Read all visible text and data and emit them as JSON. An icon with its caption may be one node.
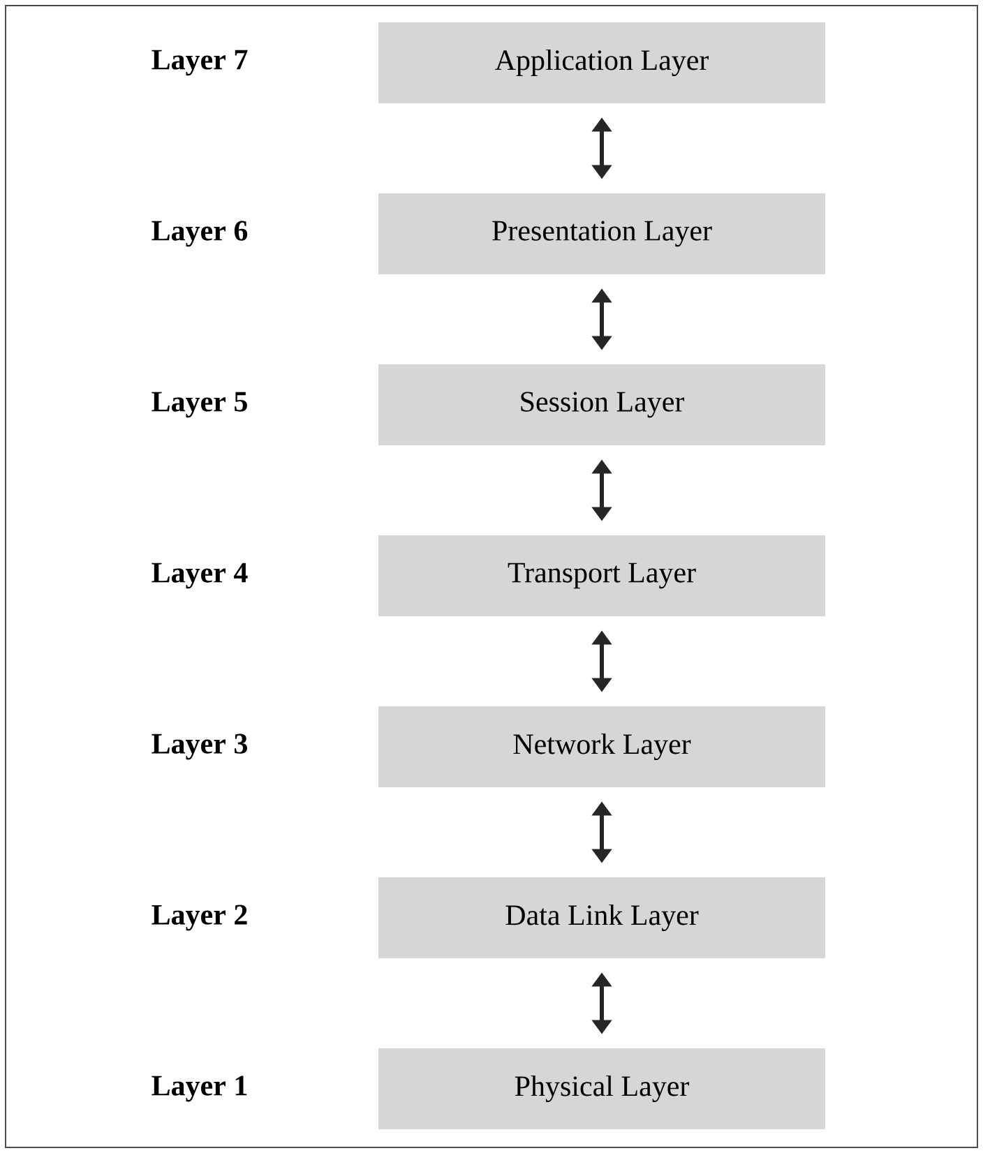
{
  "diagram": {
    "nodes": [
      {
        "text": [
          "Application Layer"
        ]
      },
      {
        "text": [
          "Presentation Layer"
        ]
      },
      {
        "text": [
          "Session Layer"
        ]
      },
      {
        "text": [
          "Transport Layer"
        ]
      },
      {
        "text": [
          "Network Layer"
        ]
      },
      {
        "text": [
          "Data Link Layer"
        ]
      },
      {
        "text": [
          "Physical Layer"
        ]
      }
    ],
    "edges": [
      {
        "from": 0,
        "to": 1,
        "arrow": "both"
      },
      {
        "from": 1,
        "to": 2,
        "arrow": "both"
      },
      {
        "from": 2,
        "to": 3,
        "arrow": "both"
      },
      {
        "from": 3,
        "to": 4,
        "arrow": "both"
      },
      {
        "from": 4,
        "to": 5,
        "arrow": "both"
      },
      {
        "from": 5,
        "to": 6,
        "arrow": "both"
      }
    ],
    "labels": [
      "Layer 7",
      "Layer 6",
      "Layer 5",
      "Layer 4",
      "Layer 3",
      "Layer 2",
      "Layer 1"
    ]
  }
}
